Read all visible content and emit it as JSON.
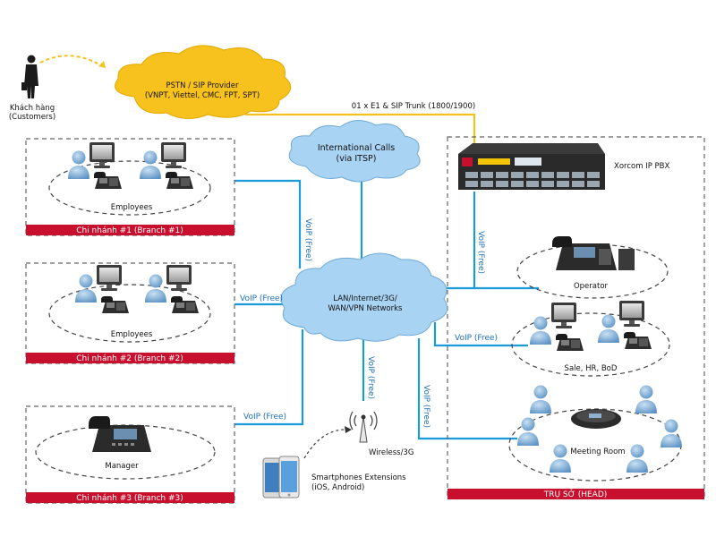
{
  "customer": {
    "label_line1": "Khách hàng",
    "label_line2": "(Customers)"
  },
  "pstn": {
    "line1": "PSTN / SIP Provider",
    "line2": "(VNPT, Viettel, CMC, FPT, SPT)"
  },
  "trunk_label": "01 x E1 & SIP Trunk (1800/1900)",
  "international": {
    "line1": "International Calls",
    "line2": "(via ITSP)"
  },
  "pbx_label": "Xorcom IP PBX",
  "lan": {
    "line1": "LAN/Internet/3G/",
    "line2": "WAN/VPN Networks"
  },
  "branch1": {
    "group_label": "Employees",
    "bar_label": "Chi nhánh #1 (Branch #1)"
  },
  "branch2": {
    "group_label": "Employees",
    "bar_label": "Chi nhánh #2 (Branch #2)"
  },
  "branch3": {
    "group_label": "Manager",
    "bar_label": "Chi nhánh #3 (Branch #3)"
  },
  "head": {
    "operator_label": "Operator",
    "staff_label": "Sale, HR, BoD",
    "meeting_label": "Meeting Room",
    "bar_label": "TRỤ SỞ (HEAD)"
  },
  "links": {
    "voip_free": "VoIP (Free)"
  },
  "wireless_label": "Wireless/3G",
  "smartphones": {
    "line1": "Smartphones Extensions",
    "line2": "(iOS, Android)"
  },
  "colors": {
    "link_blue": "#1a9ad6",
    "trunk_yellow": "#f3c21c",
    "cloud_yellow": "#f7c21e",
    "cloud_blue": "#a9d3f2",
    "bar_red": "#c8102e",
    "person_blue": "#8fb8dc"
  }
}
